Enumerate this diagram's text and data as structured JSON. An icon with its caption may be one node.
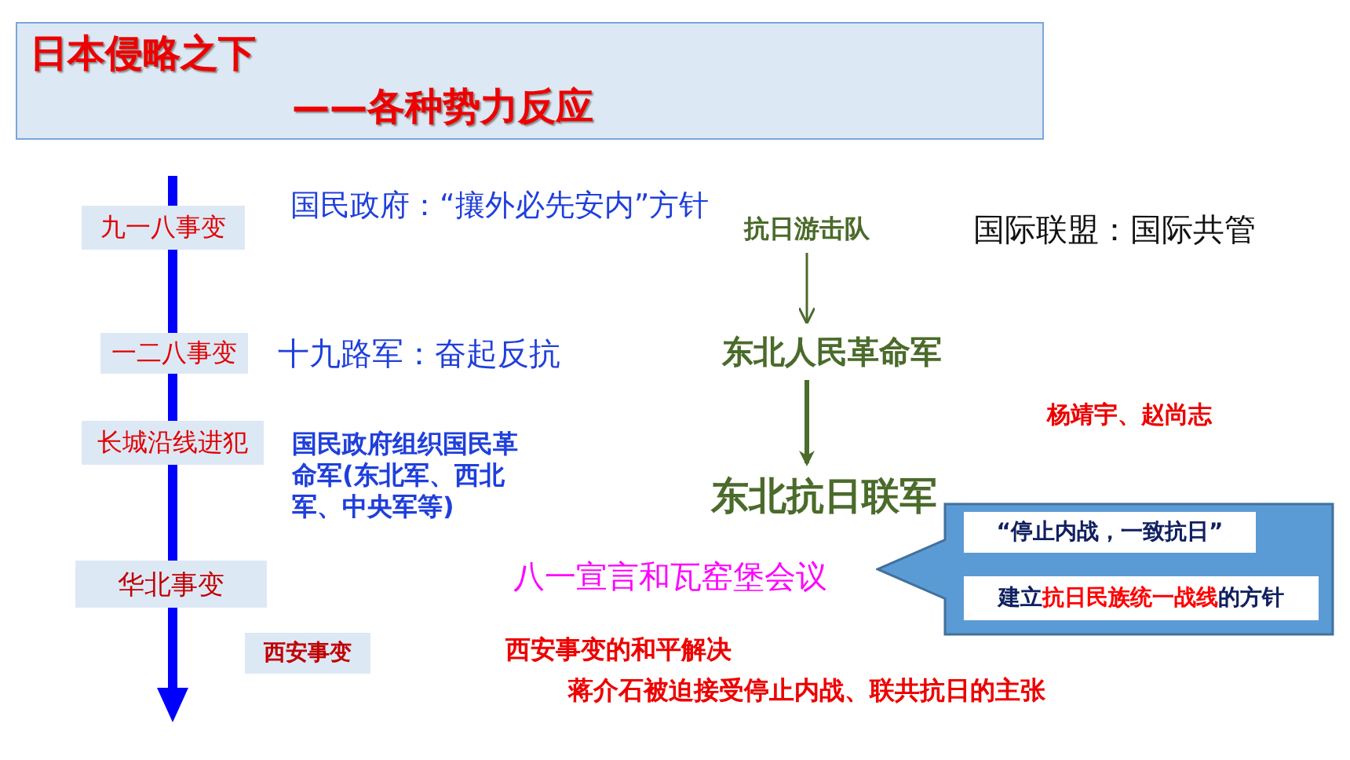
{
  "diagram": {
    "nodes": [
      {
        "text": [
          "日本侵略之下",
          "——各种势力反应"
        ]
      },
      {
        "text": [
          "九一八事变"
        ]
      },
      {
        "text": [
          "一二八事变"
        ]
      },
      {
        "text": [
          "长城沿线进犯"
        ]
      },
      {
        "text": [
          "华北事变"
        ]
      },
      {
        "text": [
          "西安事变"
        ]
      },
      {
        "text": [
          "抗日游击队"
        ]
      },
      {
        "text": [
          "东北人民革命军"
        ]
      },
      {
        "text": [
          "东北抗日联军"
        ]
      },
      {
        "text": [],
        "shape": "arrow"
      },
      {
        "text": [
          "“停止内战，一致抗日”"
        ],
        "in": 9
      },
      {
        "text": [
          "建立**抗日民族统一战线**的方针"
        ],
        "in": 9
      }
    ],
    "edges": [
      {
        "from": 6,
        "to": 7,
        "arrow": "to"
      },
      {
        "from": 7,
        "to": 8,
        "arrow": "to",
        "style": "thick"
      }
    ],
    "labels": [
      "国民政府：“攘外必先安内”方针",
      "国际联盟：国际共管",
      "十九路军：奋起反抗",
      "杨靖宇、赵尚志",
      "国民政府组织国民革命军(东北军、西北军、中央军等)",
      "八一宣言和瓦窑堡会议",
      "西安事变的和平解决",
      "蒋介石被迫接受停止内战、联共抗日的主张"
    ]
  }
}
